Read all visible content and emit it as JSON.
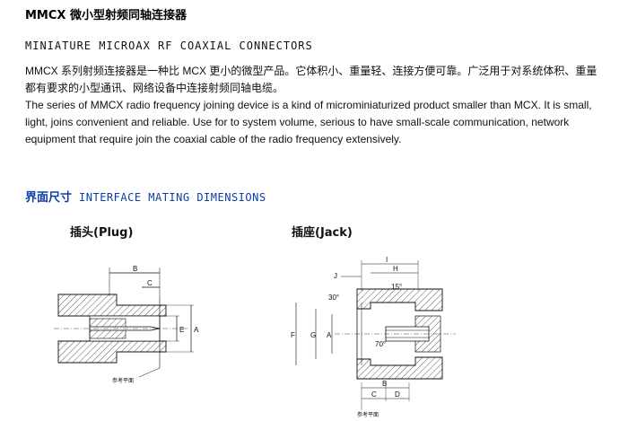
{
  "header": {
    "title": "MMCX 微小型射频同轴连接器",
    "subtitle": "MINIATURE MICROAX RF COAXIAL CONNECTORS"
  },
  "description": {
    "cn": "MMCX 系列射频连接器是一种比 MCX 更小的微型产品。它体积小、重量轻、连接方便可靠。广泛用于对系统体积、重量都有要求的小型通讯、网络设备中连接射频同轴电缆。",
    "en": "The series of MMCX radio frequency joining device is a kind of microminiaturized product smaller than MCX. It is small, light, joins convenient and reliable. Use for to system volume, serious to have small-scale communication, network equipment that require join the coaxial cable of the radio frequency extensively."
  },
  "section": {
    "cn": "界面尺寸",
    "en": "INTERFACE MATING DIMENSIONS"
  },
  "plug": {
    "label": "插头(Plug)",
    "dims": {
      "b": "B",
      "c": "C",
      "e": "E",
      "a": "A"
    },
    "ref_plane": "参考平面"
  },
  "jack": {
    "label": "插座(Jack)",
    "dims": {
      "j": "J",
      "i": "I",
      "h": "H",
      "f": "F",
      "g": "G",
      "a": "A",
      "b": "B",
      "c": "C",
      "d": "D"
    },
    "angles": {
      "a30": "30°",
      "a15": "15°",
      "a70": "70°"
    },
    "ref_plane": "参考平面"
  }
}
